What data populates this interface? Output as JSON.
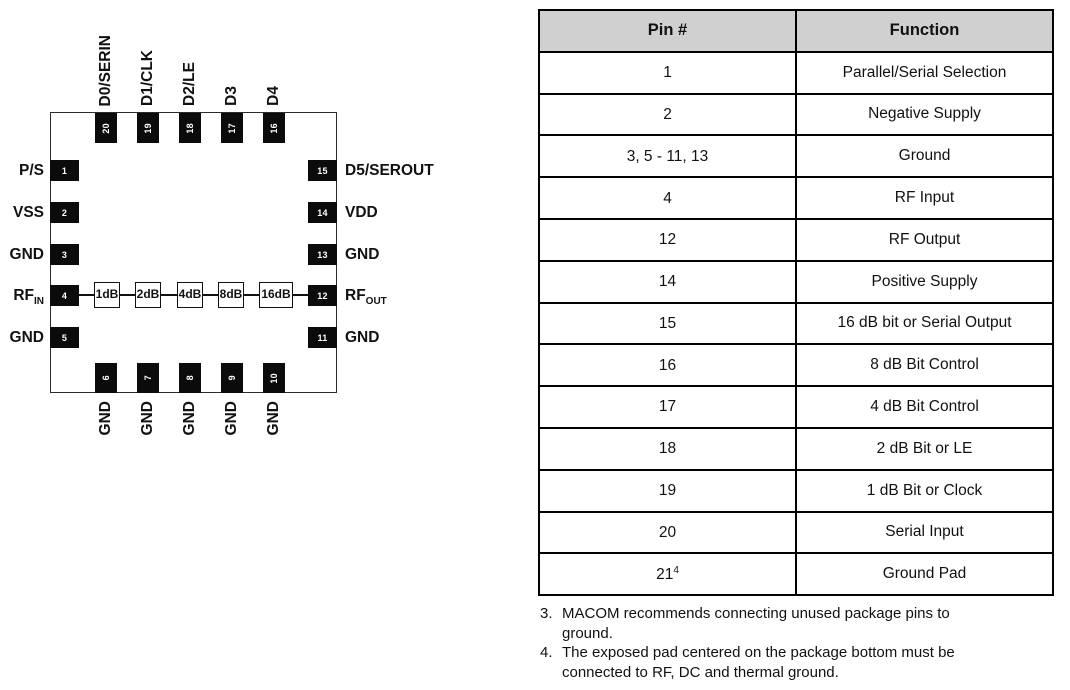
{
  "diagram": {
    "top_pins": [
      {
        "num": "20",
        "label": "D0/SERIN"
      },
      {
        "num": "19",
        "label": "D1/CLK"
      },
      {
        "num": "18",
        "label": "D2/LE"
      },
      {
        "num": "17",
        "label": "D3"
      },
      {
        "num": "16",
        "label": "D4"
      }
    ],
    "left_pins": [
      {
        "num": "1",
        "label": "P/S"
      },
      {
        "num": "2",
        "label": "VSS"
      },
      {
        "num": "3",
        "label": "GND"
      },
      {
        "num": "4",
        "label": "RF",
        "sub": "IN"
      },
      {
        "num": "5",
        "label": "GND"
      }
    ],
    "right_pins": [
      {
        "num": "15",
        "label": "D5/SEROUT"
      },
      {
        "num": "14",
        "label": "VDD"
      },
      {
        "num": "13",
        "label": "GND"
      },
      {
        "num": "12",
        "label": "RF",
        "sub": "OUT"
      },
      {
        "num": "11",
        "label": "GND"
      }
    ],
    "bottom_pins": [
      {
        "num": "6",
        "label": "GND"
      },
      {
        "num": "7",
        "label": "GND"
      },
      {
        "num": "8",
        "label": "GND"
      },
      {
        "num": "9",
        "label": "GND"
      },
      {
        "num": "10",
        "label": "GND"
      }
    ],
    "attenuators": [
      "1dB",
      "2dB",
      "4dB",
      "8dB",
      "16dB"
    ]
  },
  "table": {
    "headers": {
      "pin": "Pin #",
      "function": "Function"
    },
    "rows": [
      {
        "pin": "1",
        "function": "Parallel/Serial Selection"
      },
      {
        "pin": "2",
        "function": "Negative Supply"
      },
      {
        "pin": "3, 5 - 11, 13",
        "function": "Ground"
      },
      {
        "pin": "4",
        "function": "RF Input"
      },
      {
        "pin": "12",
        "function": "RF Output"
      },
      {
        "pin": "14",
        "function": "Positive Supply"
      },
      {
        "pin": "15",
        "function": "16 dB bit or Serial Output"
      },
      {
        "pin": "16",
        "function": "8 dB Bit Control"
      },
      {
        "pin": "17",
        "function": "4 dB Bit Control"
      },
      {
        "pin": "18",
        "function": "2 dB Bit or LE"
      },
      {
        "pin": "19",
        "function": "1 dB Bit or Clock"
      },
      {
        "pin": "20",
        "function": "Serial Input"
      },
      {
        "pin": "21",
        "pin_sup": "4",
        "function": "Ground Pad"
      }
    ]
  },
  "notes": [
    {
      "num": "3.",
      "text": "MACOM recommends connecting unused package pins to ground."
    },
    {
      "num": "4.",
      "text": "The exposed pad centered on the package bottom must be connected to RF, DC and thermal ground."
    }
  ],
  "colors": {
    "table_header_bg": "#d0d0d0",
    "pin_fill": "#0b0b0b",
    "border": "#000000"
  }
}
